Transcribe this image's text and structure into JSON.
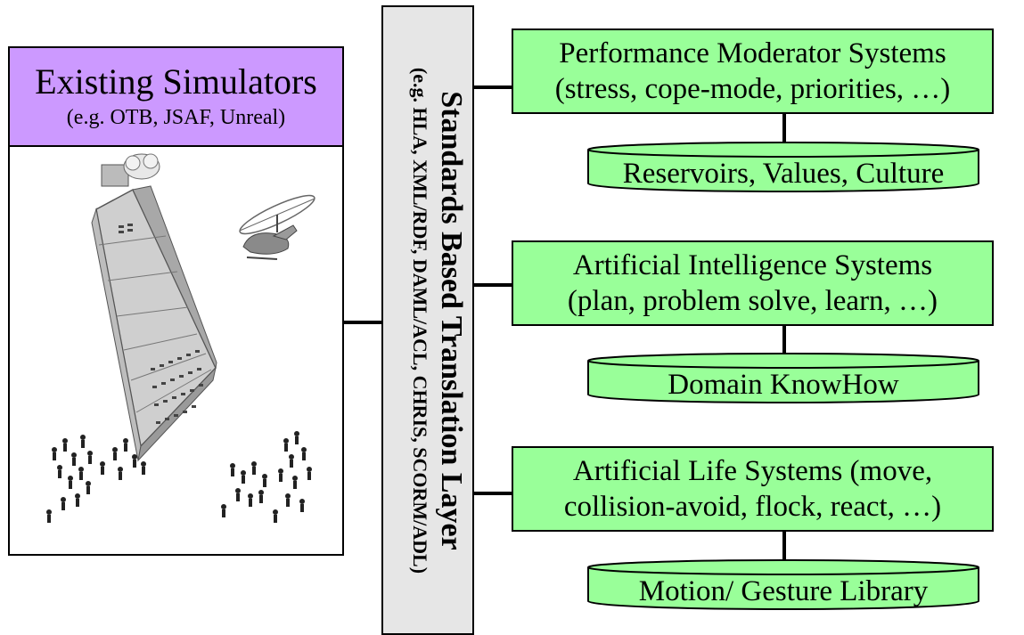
{
  "simulators": {
    "title": "Existing Simulators",
    "subtitle": "(e.g. OTB, JSAF, Unreal)"
  },
  "translation_layer": {
    "title": "Standards Based Translation Layer",
    "subtitle": "(e.g. HLA, XML/RDF, DAML/ACL, CHRIS, SCORM/ADL)"
  },
  "systems": [
    {
      "line1": "Performance Moderator Systems",
      "line2": "(stress, cope-mode, priorities, …)",
      "database": "Reservoirs, Values, Culture"
    },
    {
      "line1": "Artificial Intelligence Systems",
      "line2": "(plan, problem solve, learn, …)",
      "database": "Domain KnowHow"
    },
    {
      "line1": "Artificial Life Systems (move,",
      "line2": "collision-avoid, flock, react, …)",
      "database": "Motion/ Gesture Library"
    }
  ],
  "colors": {
    "simulator_header": "#cc99ff",
    "system_box": "#99ff99",
    "translation_layer": "#e6e6e6"
  }
}
